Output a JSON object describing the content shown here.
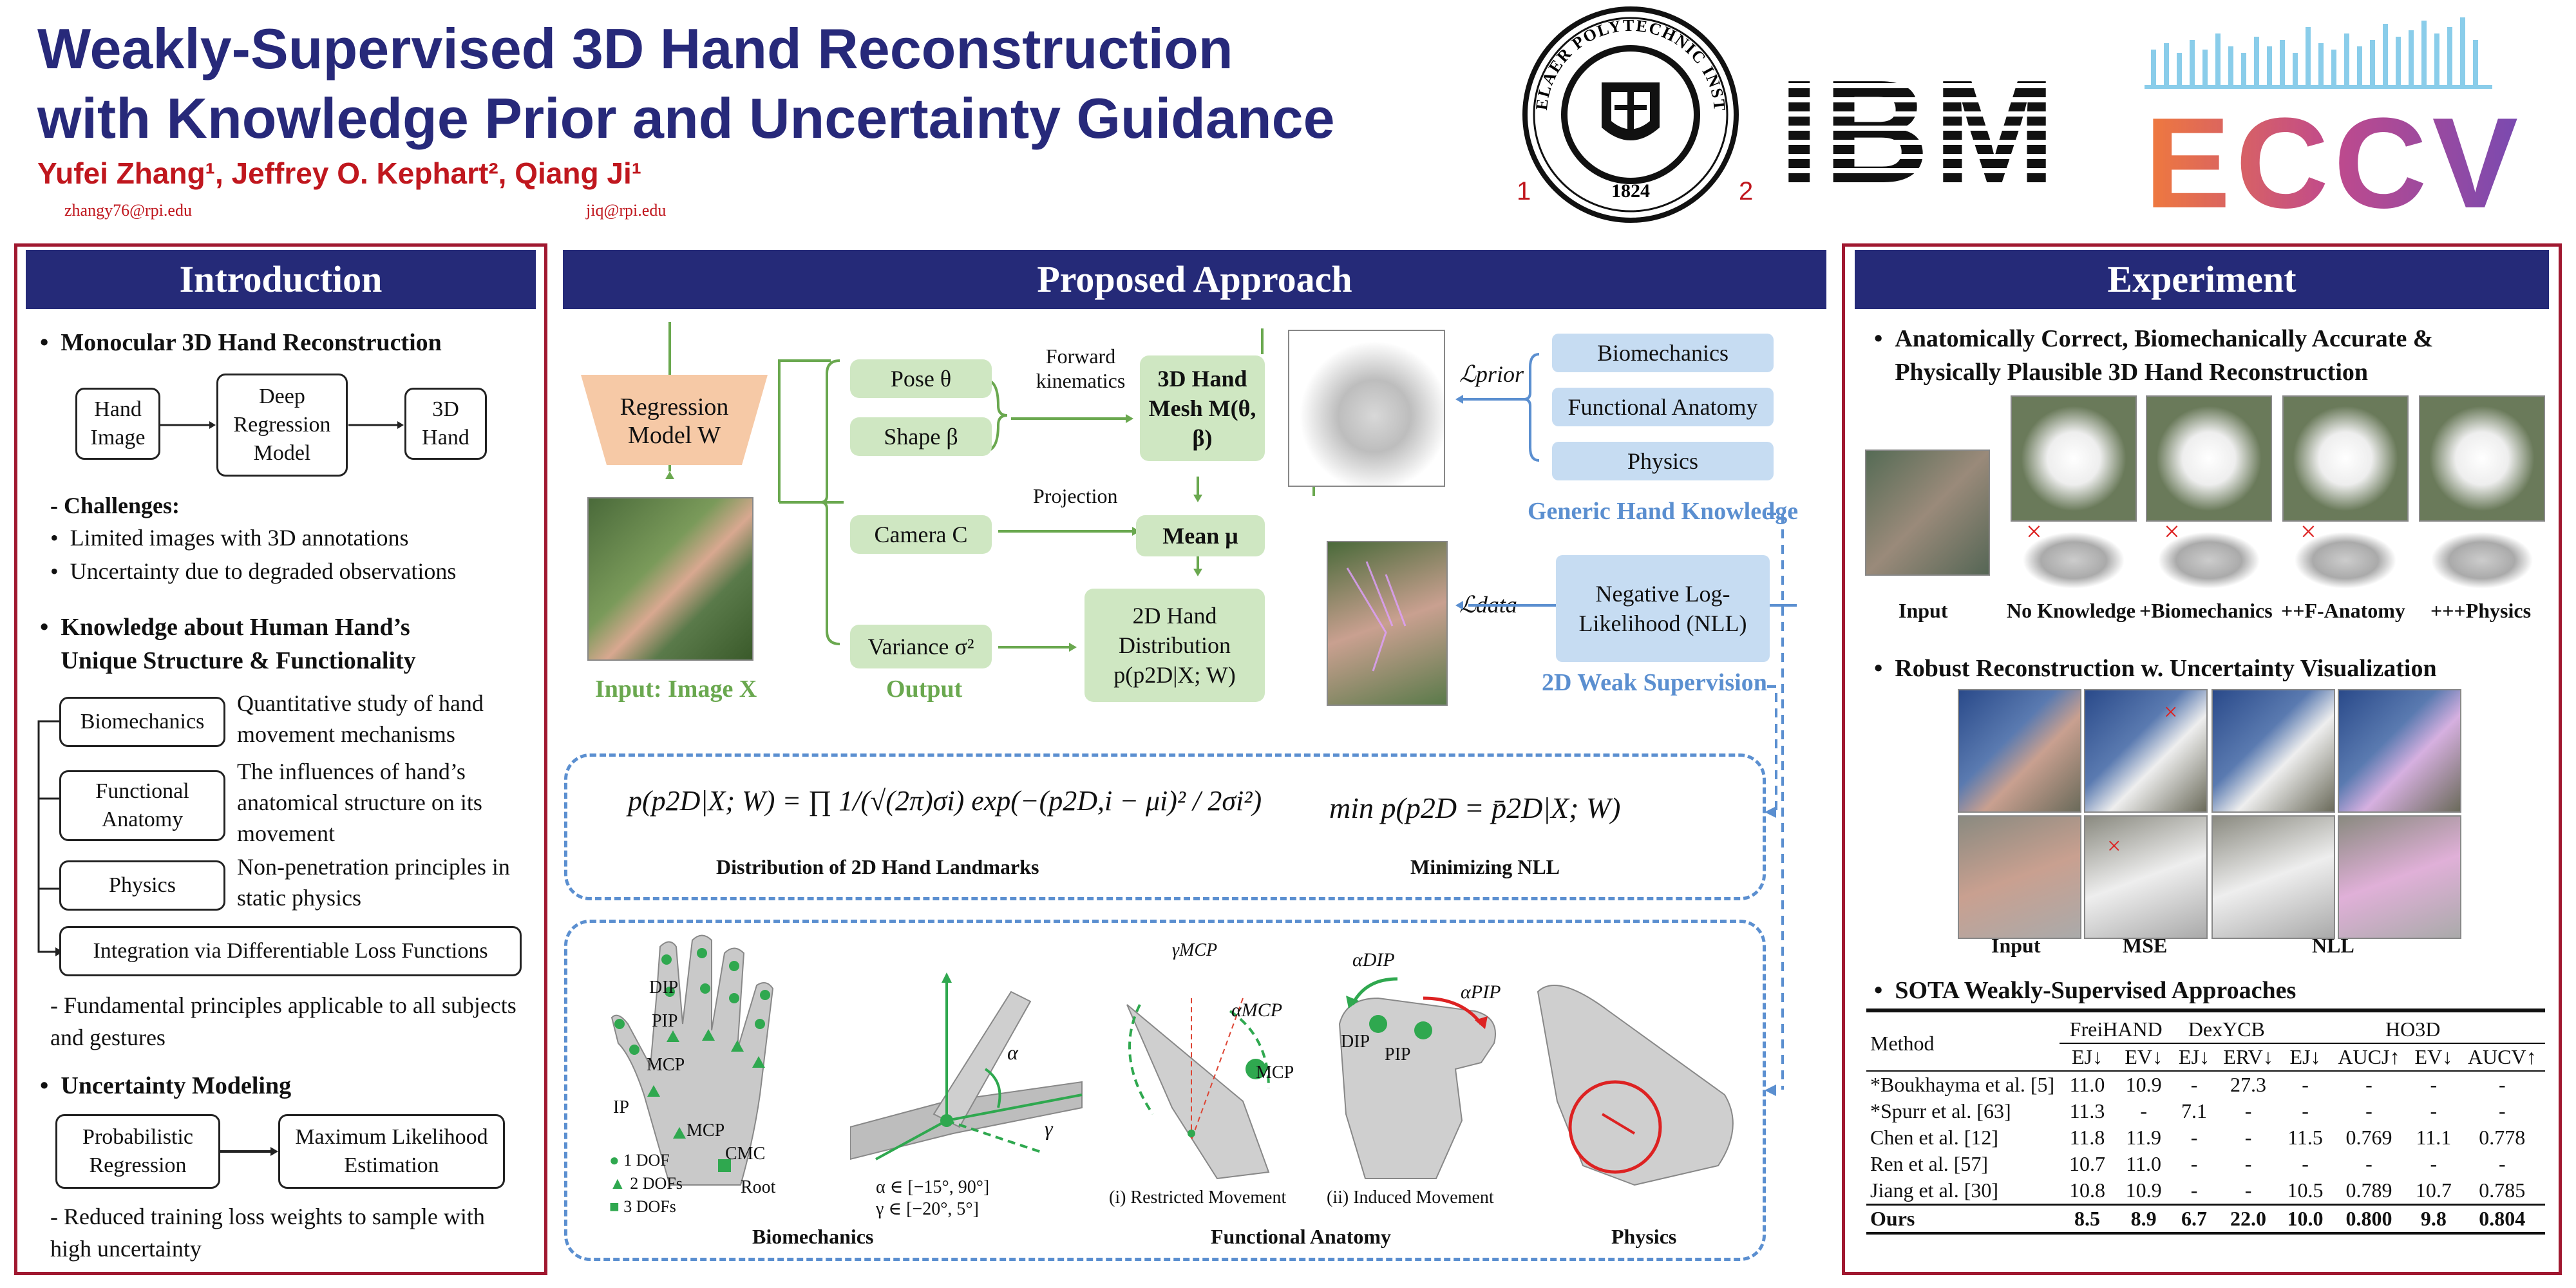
{
  "header": {
    "title_line1": "Weakly-Supervised 3D Hand Reconstruction",
    "title_line2": "with Knowledge Prior and Uncertainty Guidance",
    "authors": "Yufei Zhang¹, Jeffrey O. Kephart², Qiang Ji¹",
    "email1": "zhangy76@rpi.edu",
    "email2": "jiq@rpi.edu",
    "logo_rpi_text": "RENSSELAER POLYTECHNIC INSTITUTE",
    "logo_rpi_year": "1824",
    "logo_rpi_num": "1",
    "logo_ibm_text": "IBM",
    "logo_ibm_num": "2",
    "logo_eccv_text": "ECCV"
  },
  "intro": {
    "heading": "Introduction",
    "b1": "Monocular 3D Hand Reconstruction",
    "flow": [
      "Hand Image",
      "Deep Regression Model",
      "3D Hand"
    ],
    "challenges_title": "- Challenges:",
    "challenges": [
      "Limited images with 3D annotations",
      "Uncertainty due to degraded observations"
    ],
    "b2": "Knowledge about Human Hand’s Unique Structure & Functionality",
    "knowledge": [
      {
        "name": "Biomechanics",
        "desc": "Quantitative study of hand movement mechanisms"
      },
      {
        "name": "Functional Anatomy",
        "desc": "The influences of hand’s anatomical structure on its movement"
      },
      {
        "name": "Physics",
        "desc": "Non-penetration principles in static physics"
      }
    ],
    "integration": "Integration via Differentiable Loss Functions",
    "fundamental": "- Fundamental principles applicable to all subjects and gestures",
    "b3": "Uncertainty Modeling",
    "unc_flow": [
      "Probabilistic Regression",
      "Maximum Likelihood Estimation"
    ],
    "reduced": "- Reduced training loss weights to sample with high uncertainty"
  },
  "approach": {
    "heading": "Proposed Approach",
    "regression_model": "Regression Model W",
    "input_label": "Input: Image X",
    "output_label": "Output",
    "pose": "Pose θ",
    "shape": "Shape β",
    "camera": "Camera C",
    "variance": "Variance σ²",
    "forward_kinematics": "Forward kinematics",
    "projection": "Projection",
    "mesh": "3D Hand Mesh M(θ, β)",
    "mean": "Mean μ",
    "dist": "2D Hand Distribution p(p2D|X; W)",
    "l_prior": "ℒprior",
    "l_data": "ℒdata",
    "prior_boxes": [
      "Biomechanics",
      "Functional Anatomy",
      "Physics"
    ],
    "generic_knowledge": "Generic Hand Knowledge",
    "nll": "Negative Log-Likelihood (NLL)",
    "weak_supervision": "2D Weak Supervision",
    "eq_dist_caption": "Distribution of 2D Hand Landmarks",
    "eq_nll_caption": "Minimizing NLL",
    "eq_dist": "p(p2D|X; W) = ∏ 1/(√(2π)σi) exp(−(p2D,i − μi)² / 2σi²)",
    "eq_nll": "min p(p2D = p̄2D|X; W)",
    "joint_labels": [
      "DIP",
      "PIP",
      "MCP",
      "IP",
      "MCP",
      "CMC",
      "Root"
    ],
    "dof_legend": [
      "1 DOF",
      "2 DOFs",
      "3 DOFs"
    ],
    "alpha": "α",
    "gamma": "γ",
    "ranges": [
      "α ∈ [−15°, 90°]",
      "γ ∈ [−20°, 5°]"
    ],
    "gamma_mcp": "γMCP",
    "alpha_mcp": "αMCP",
    "mcp": "MCP",
    "alpha_dip": "αDIP",
    "alpha_pip": "αPIP",
    "dip": "DIP",
    "pip": "PIP",
    "restricted": "(i) Restricted Movement",
    "induced": "(ii) Induced Movement",
    "captions": [
      "Biomechanics",
      "Functional Anatomy",
      "Physics"
    ]
  },
  "experiment": {
    "heading": "Experiment",
    "b1": "Anatomically Correct, Biomechanically Accurate & Physically Plausible 3D Hand Reconstruction",
    "row1_labels": [
      "Input",
      "No Knowledge",
      "+Biomechanics",
      "++F-Anatomy",
      "+++Physics"
    ],
    "b2": "Robust Reconstruction w. Uncertainty Visualization",
    "row2_labels": [
      "Input",
      "MSE",
      "NLL"
    ],
    "b3": "SOTA Weakly-Supervised Approaches",
    "table": {
      "groups": [
        "FreiHAND",
        "DexYCB",
        "HO3D"
      ],
      "method_header": "Method",
      "cols": [
        "EJ↓",
        "EV↓",
        "EJ↓",
        "ERV↓",
        "EJ↓",
        "AUCJ↑",
        "EV↓",
        "AUCV↑"
      ],
      "rows": [
        [
          "*Boukhayma et al. [5]",
          "11.0",
          "10.9",
          "-",
          "27.3",
          "-",
          "-",
          "-",
          "-"
        ],
        [
          "*Spurr et al. [63]",
          "11.3",
          "-",
          "7.1",
          "-",
          "-",
          "-",
          "-",
          "-"
        ],
        [
          "Chen et al. [12]",
          "11.8",
          "11.9",
          "-",
          "-",
          "11.5",
          "0.769",
          "11.1",
          "0.778"
        ],
        [
          "Ren et al. [57]",
          "10.7",
          "11.0",
          "-",
          "-",
          "-",
          "-",
          "-",
          "-"
        ],
        [
          "Jiang et al. [30]",
          "10.8",
          "10.9",
          "-",
          "-",
          "10.5",
          "0.789",
          "10.7",
          "0.785"
        ]
      ],
      "ours": [
        "Ours",
        "8.5",
        "8.9",
        "6.7",
        "22.0",
        "10.0",
        "0.800",
        "9.8",
        "0.804"
      ]
    },
    "x_mark": "×"
  }
}
